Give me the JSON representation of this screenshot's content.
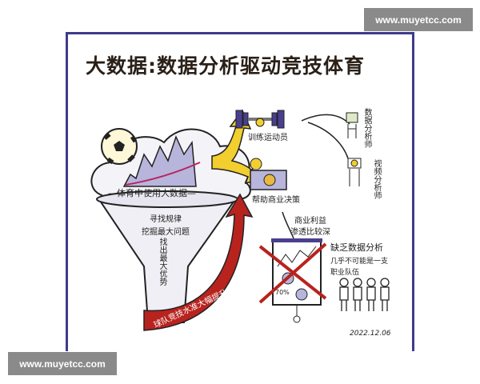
{
  "watermark": "www.muyetcc.com",
  "title": "大数据:数据分析驱动竞技体育",
  "cloud_label": "—体育中使用大数据—",
  "funnel": {
    "line1": "寻找规律",
    "line2": "挖掘最大问题",
    "stem": "找出最大优势"
  },
  "arrow_label": "球队竞技水准大幅提升",
  "train": "训练运动员",
  "business": "帮助商业决策",
  "data_analyst": "数据分析师",
  "video_analyst": "视频分析师",
  "commerce": {
    "line1": "商业利益",
    "line2": "渗透比较深"
  },
  "lack": {
    "line1": "缺乏数据分析",
    "line2": "几乎不可能是一支",
    "line3": "职业队伍"
  },
  "chart_percent": "70%",
  "date": "2022.12.06",
  "colors": {
    "frame": "#3d3a8c",
    "arrow": "#b8231e",
    "yellow": "#f2cf2e",
    "purple": "#4a3f8f"
  }
}
